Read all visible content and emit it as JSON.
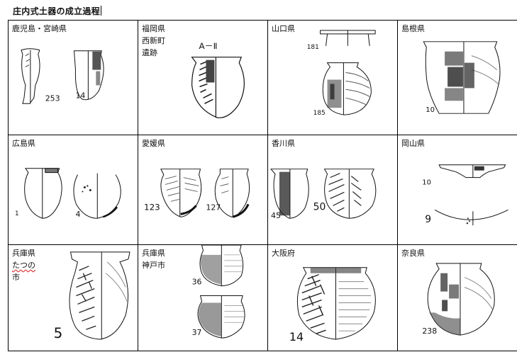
{
  "doc": {
    "title": "庄内式土器の成立過程"
  },
  "cells": [
    {
      "region": "鹿児島・宮崎県",
      "figures": [
        "253",
        "14"
      ]
    },
    {
      "region": "福岡県\n西新町\n遺跡",
      "figures": [
        "A－Ⅱ"
      ]
    },
    {
      "region": "山口県",
      "figures": [
        "181",
        "185"
      ]
    },
    {
      "region": "島根県",
      "figures": [
        "10"
      ]
    },
    {
      "region": "広島県",
      "figures": [
        "1",
        "4"
      ]
    },
    {
      "region": "愛媛県",
      "figures": [
        "123",
        "127"
      ]
    },
    {
      "region": "香川県",
      "figures": [
        "45",
        "50"
      ]
    },
    {
      "region": "岡山県",
      "figures": [
        "10",
        "9"
      ]
    },
    {
      "region": "兵庫県",
      "region_extra": "たつの",
      "region_extra2": "市",
      "figures": [
        "5"
      ]
    },
    {
      "region": "兵庫県\n神戸市",
      "figures": [
        "36",
        "37"
      ]
    },
    {
      "region": "大阪府",
      "figures": [
        "14"
      ]
    },
    {
      "region": "奈良県",
      "figures": [
        "238"
      ]
    }
  ],
  "colors": {
    "line": "#111111",
    "hatch": "#333333",
    "dark": "#222222"
  }
}
